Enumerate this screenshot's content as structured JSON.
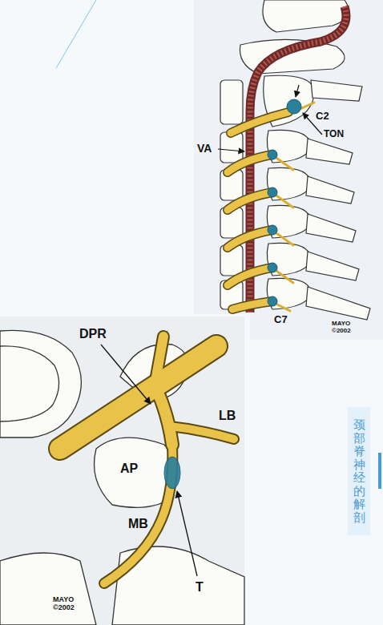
{
  "diagram": {
    "title": "颈部脊神经的解剖",
    "labels": [
      "C2",
      "TON",
      "VA",
      "C7",
      "MAYO ©2002",
      "DPR",
      "LB",
      "AP",
      "MB",
      "T",
      "MAYO ©2002"
    ]
  }
}
